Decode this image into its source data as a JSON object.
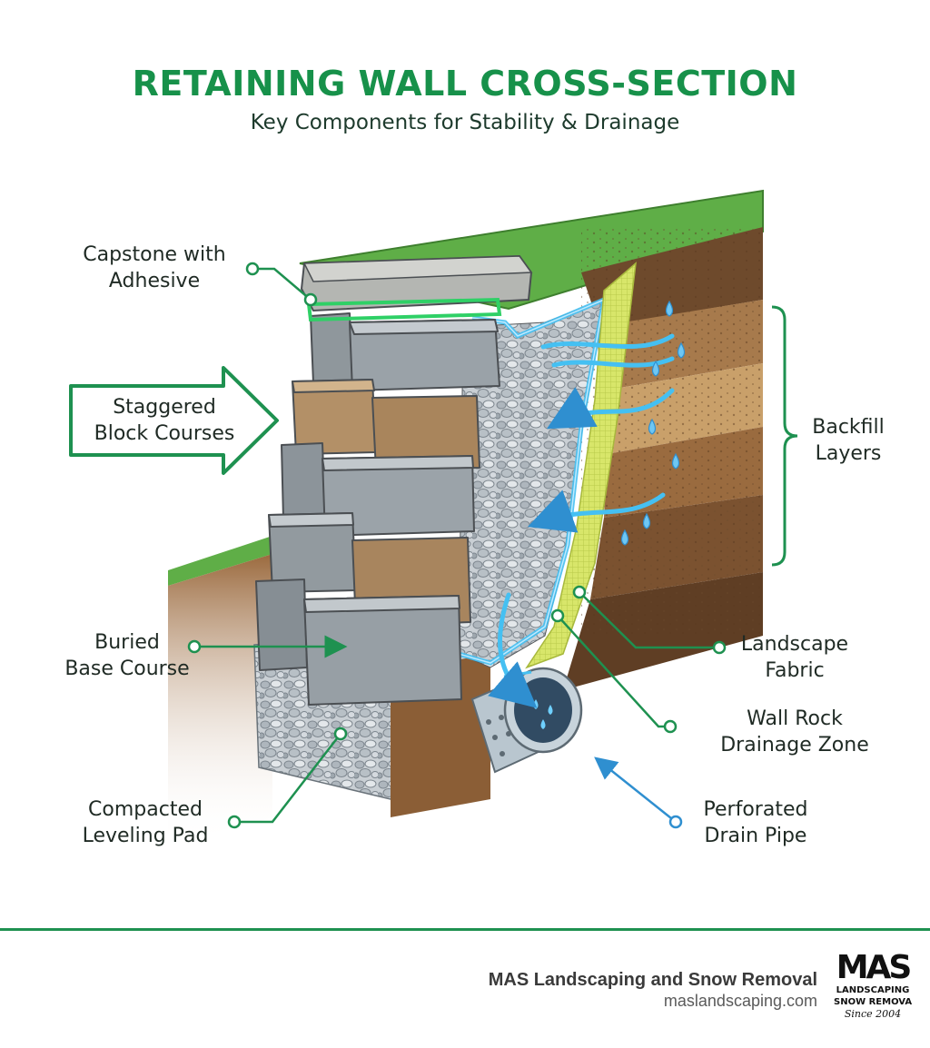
{
  "title": "RETAINING WALL CROSS-SECTION",
  "subtitle": "Key Components for Stability & Drainage",
  "labels": {
    "capstone": [
      "Capstone with",
      "Adhesive"
    ],
    "staggered": [
      "Staggered",
      "Block Courses"
    ],
    "backfill": [
      "Backfill",
      "Layers"
    ],
    "buried": [
      "Buried",
      "Base Course"
    ],
    "fabric": [
      "Landscape",
      "Fabric"
    ],
    "wallrock": [
      "Wall Rock",
      "Drainage Zone"
    ],
    "pad": [
      "Compacted",
      "Leveling Pad"
    ],
    "pipe": [
      "Perforated",
      "Drain Pipe"
    ]
  },
  "footer": {
    "company": "MAS Landscaping and Snow Removal",
    "url": "maslandscaping.com"
  },
  "logo": {
    "mark": "MAS",
    "line1": "LANDSCAPING",
    "line2": "SNOW REMOVAL",
    "since": "Since 2004"
  },
  "colors": {
    "accent_green": "#1e9150",
    "water_blue": "#3fb2ea",
    "fabric_yellow": "#d9e86a",
    "grass": "#5cae45",
    "soil": "#8a5a35"
  }
}
